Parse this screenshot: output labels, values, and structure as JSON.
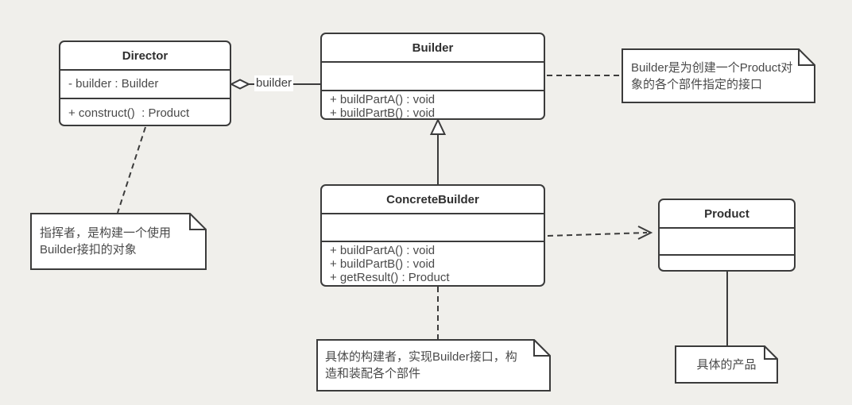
{
  "colors": {
    "background": "#f0efeb",
    "box_fill": "#ffffff",
    "line": "#3b3b3b",
    "text": "#4a4a4a"
  },
  "classes": {
    "director": {
      "name": "Director",
      "attributes": [
        "- builder : Builder"
      ],
      "methods": [
        "+ construct()  : Product"
      ]
    },
    "builder": {
      "name": "Builder",
      "attributes": [],
      "methods": [
        "+ buildPartA() : void",
        "+ buildPartB() : void"
      ]
    },
    "concrete_builder": {
      "name": "ConcreteBuilder",
      "attributes": [],
      "methods": [
        "+ buildPartA() : void",
        "+ buildPartB() : void",
        "+ getResult() : Product"
      ]
    },
    "product": {
      "name": "Product",
      "attributes": [],
      "methods": []
    }
  },
  "relationships": {
    "aggregation": {
      "from": "Director",
      "to": "Builder",
      "type": "aggregation",
      "label": "builder"
    },
    "generalization": {
      "from": "ConcreteBuilder",
      "to": "Builder",
      "type": "generalization"
    },
    "dependency": {
      "from": "ConcreteBuilder",
      "to": "Product",
      "type": "dependency"
    }
  },
  "notes": {
    "builder": {
      "text": "Builder是为创建一个Product对象的各个部件指定的接口"
    },
    "director": {
      "text": "指挥者，是构建一个使用Builder接扣的对象"
    },
    "concrete_builder": {
      "text": "具体的构建者，实现Builder接口，构造和装配各个部件"
    },
    "product": {
      "text": "具体的产品"
    }
  }
}
